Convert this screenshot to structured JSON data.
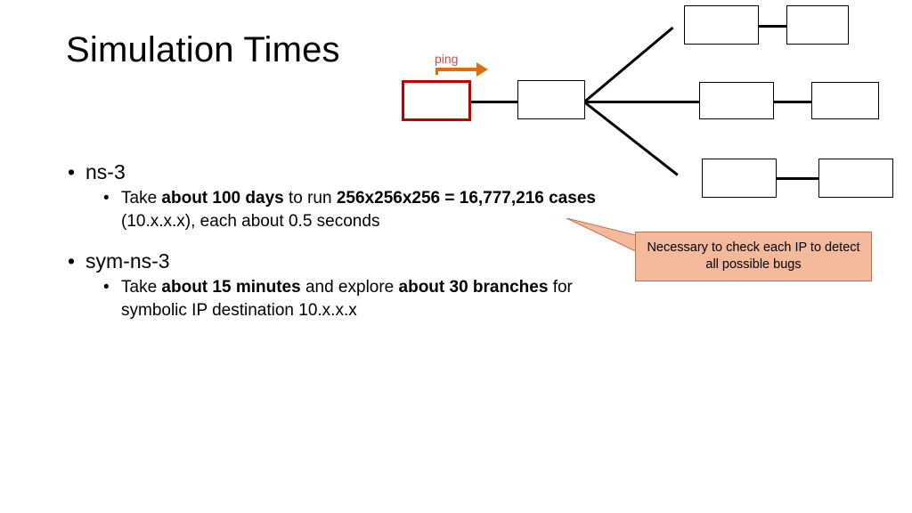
{
  "slide": {
    "title": "Simulation Times",
    "bullets": [
      {
        "level": 1,
        "marker": "•",
        "segments": [
          {
            "text": "ns-3",
            "bold": false
          }
        ]
      },
      {
        "level": 2,
        "marker": "•",
        "segments": [
          {
            "text": "Take ",
            "bold": false
          },
          {
            "text": "about 100 days",
            "bold": true
          },
          {
            "text": " to run ",
            "bold": false
          },
          {
            "text": "256x256x256 = 16,777,216 cases",
            "bold": true
          }
        ],
        "continuation": "(10.x.x.x), each about 0.5 seconds"
      },
      {
        "level": 1,
        "marker": "•",
        "segments": [
          {
            "text": "sym-ns-3",
            "bold": false
          }
        ]
      },
      {
        "level": 2,
        "marker": "•",
        "segments": [
          {
            "text": "Take ",
            "bold": false
          },
          {
            "text": "about 15 minutes",
            "bold": true
          },
          {
            "text": " and explore ",
            "bold": false
          },
          {
            "text": "about 30 branches",
            "bold": true
          },
          {
            "text": " for",
            "bold": false
          }
        ],
        "continuation": "symbolic IP destination 10.x.x.x"
      }
    ]
  },
  "diagram": {
    "ping_label": "ping",
    "arrow_color": "#e36c0a",
    "highlight_color": "#c00000",
    "node_border_color": "#000000",
    "nodes": [
      {
        "name": "source-node",
        "highlighted": true
      },
      {
        "name": "router-node",
        "highlighted": false
      },
      {
        "name": "branch-top-left-node",
        "highlighted": false
      },
      {
        "name": "branch-top-right-node",
        "highlighted": false
      },
      {
        "name": "branch-middle-left-node",
        "highlighted": false
      },
      {
        "name": "branch-middle-right-node",
        "highlighted": false
      },
      {
        "name": "branch-bottom-left-node",
        "highlighted": false
      },
      {
        "name": "branch-bottom-right-node",
        "highlighted": false
      }
    ]
  },
  "callout": {
    "text": "Necessary to check each IP to detect all possible bugs",
    "fill_color": "#f3b99a",
    "border_color": "#c0704a"
  }
}
